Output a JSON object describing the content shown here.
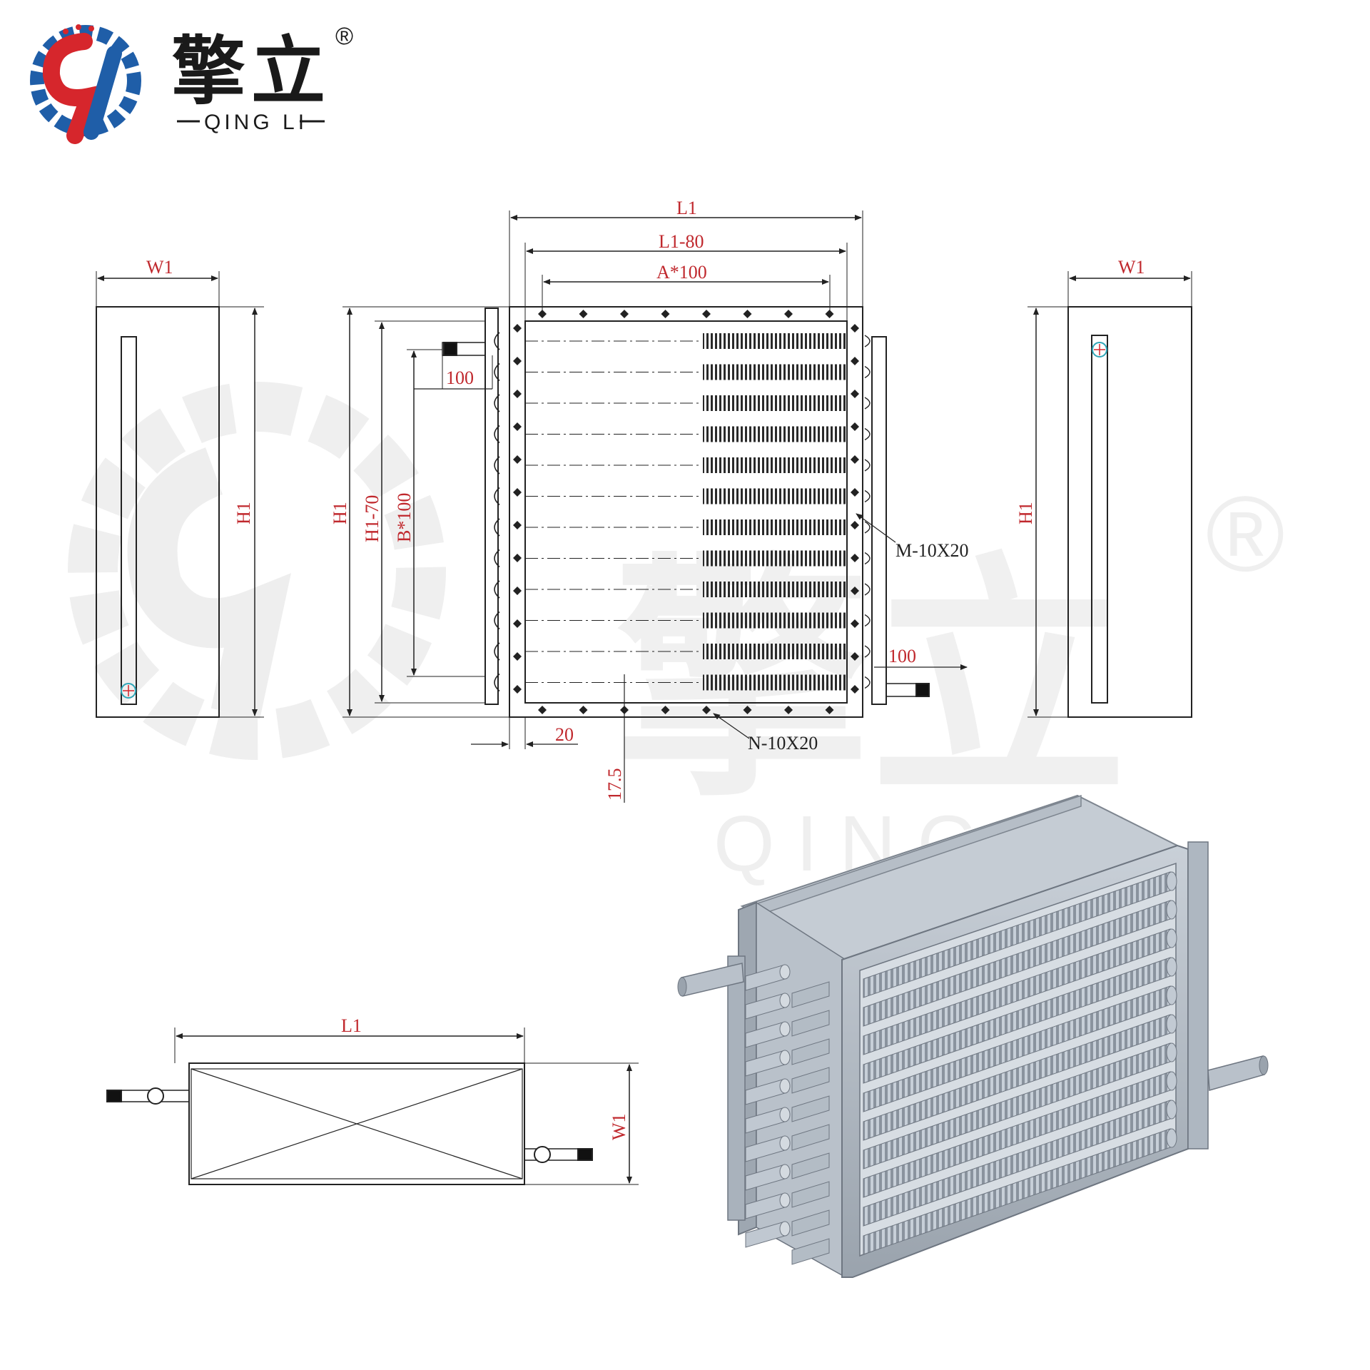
{
  "brand": {
    "name_cn": "擎立",
    "name_en": "QING LI",
    "registered_mark": "®",
    "colors": {
      "red": "#d6262c",
      "blue": "#1f5ea8",
      "dark": "#1a1a1a"
    }
  },
  "watermark": {
    "name_cn": "擎立",
    "name_en": "QING LI",
    "registered_mark": "®",
    "color": "#ececec"
  },
  "labels": {
    "left_view": {
      "width": "W1",
      "height": "H1"
    },
    "front_view": {
      "overall_length": "L1",
      "inner_length": "L1-80",
      "hole_pitch_horizontal": "A*100",
      "overall_height": "H1",
      "inner_height": "H1-70",
      "hole_pitch_vertical": "B*100",
      "pipe_offset_left": "100",
      "pipe_offset_right": "100",
      "flange_width": "20",
      "edge_distance": "17.5",
      "side_holes": "M-10X20",
      "bottom_holes": "N-10X20"
    },
    "right_view": {
      "width": "W1",
      "height": "H1"
    },
    "top_view": {
      "length": "L1",
      "width": "W1"
    }
  },
  "colors": {
    "line": "#222222",
    "dimension_text": "#c0282d",
    "hole_marker": "#2fa6b8",
    "render_metal": "#aeb7c2"
  }
}
